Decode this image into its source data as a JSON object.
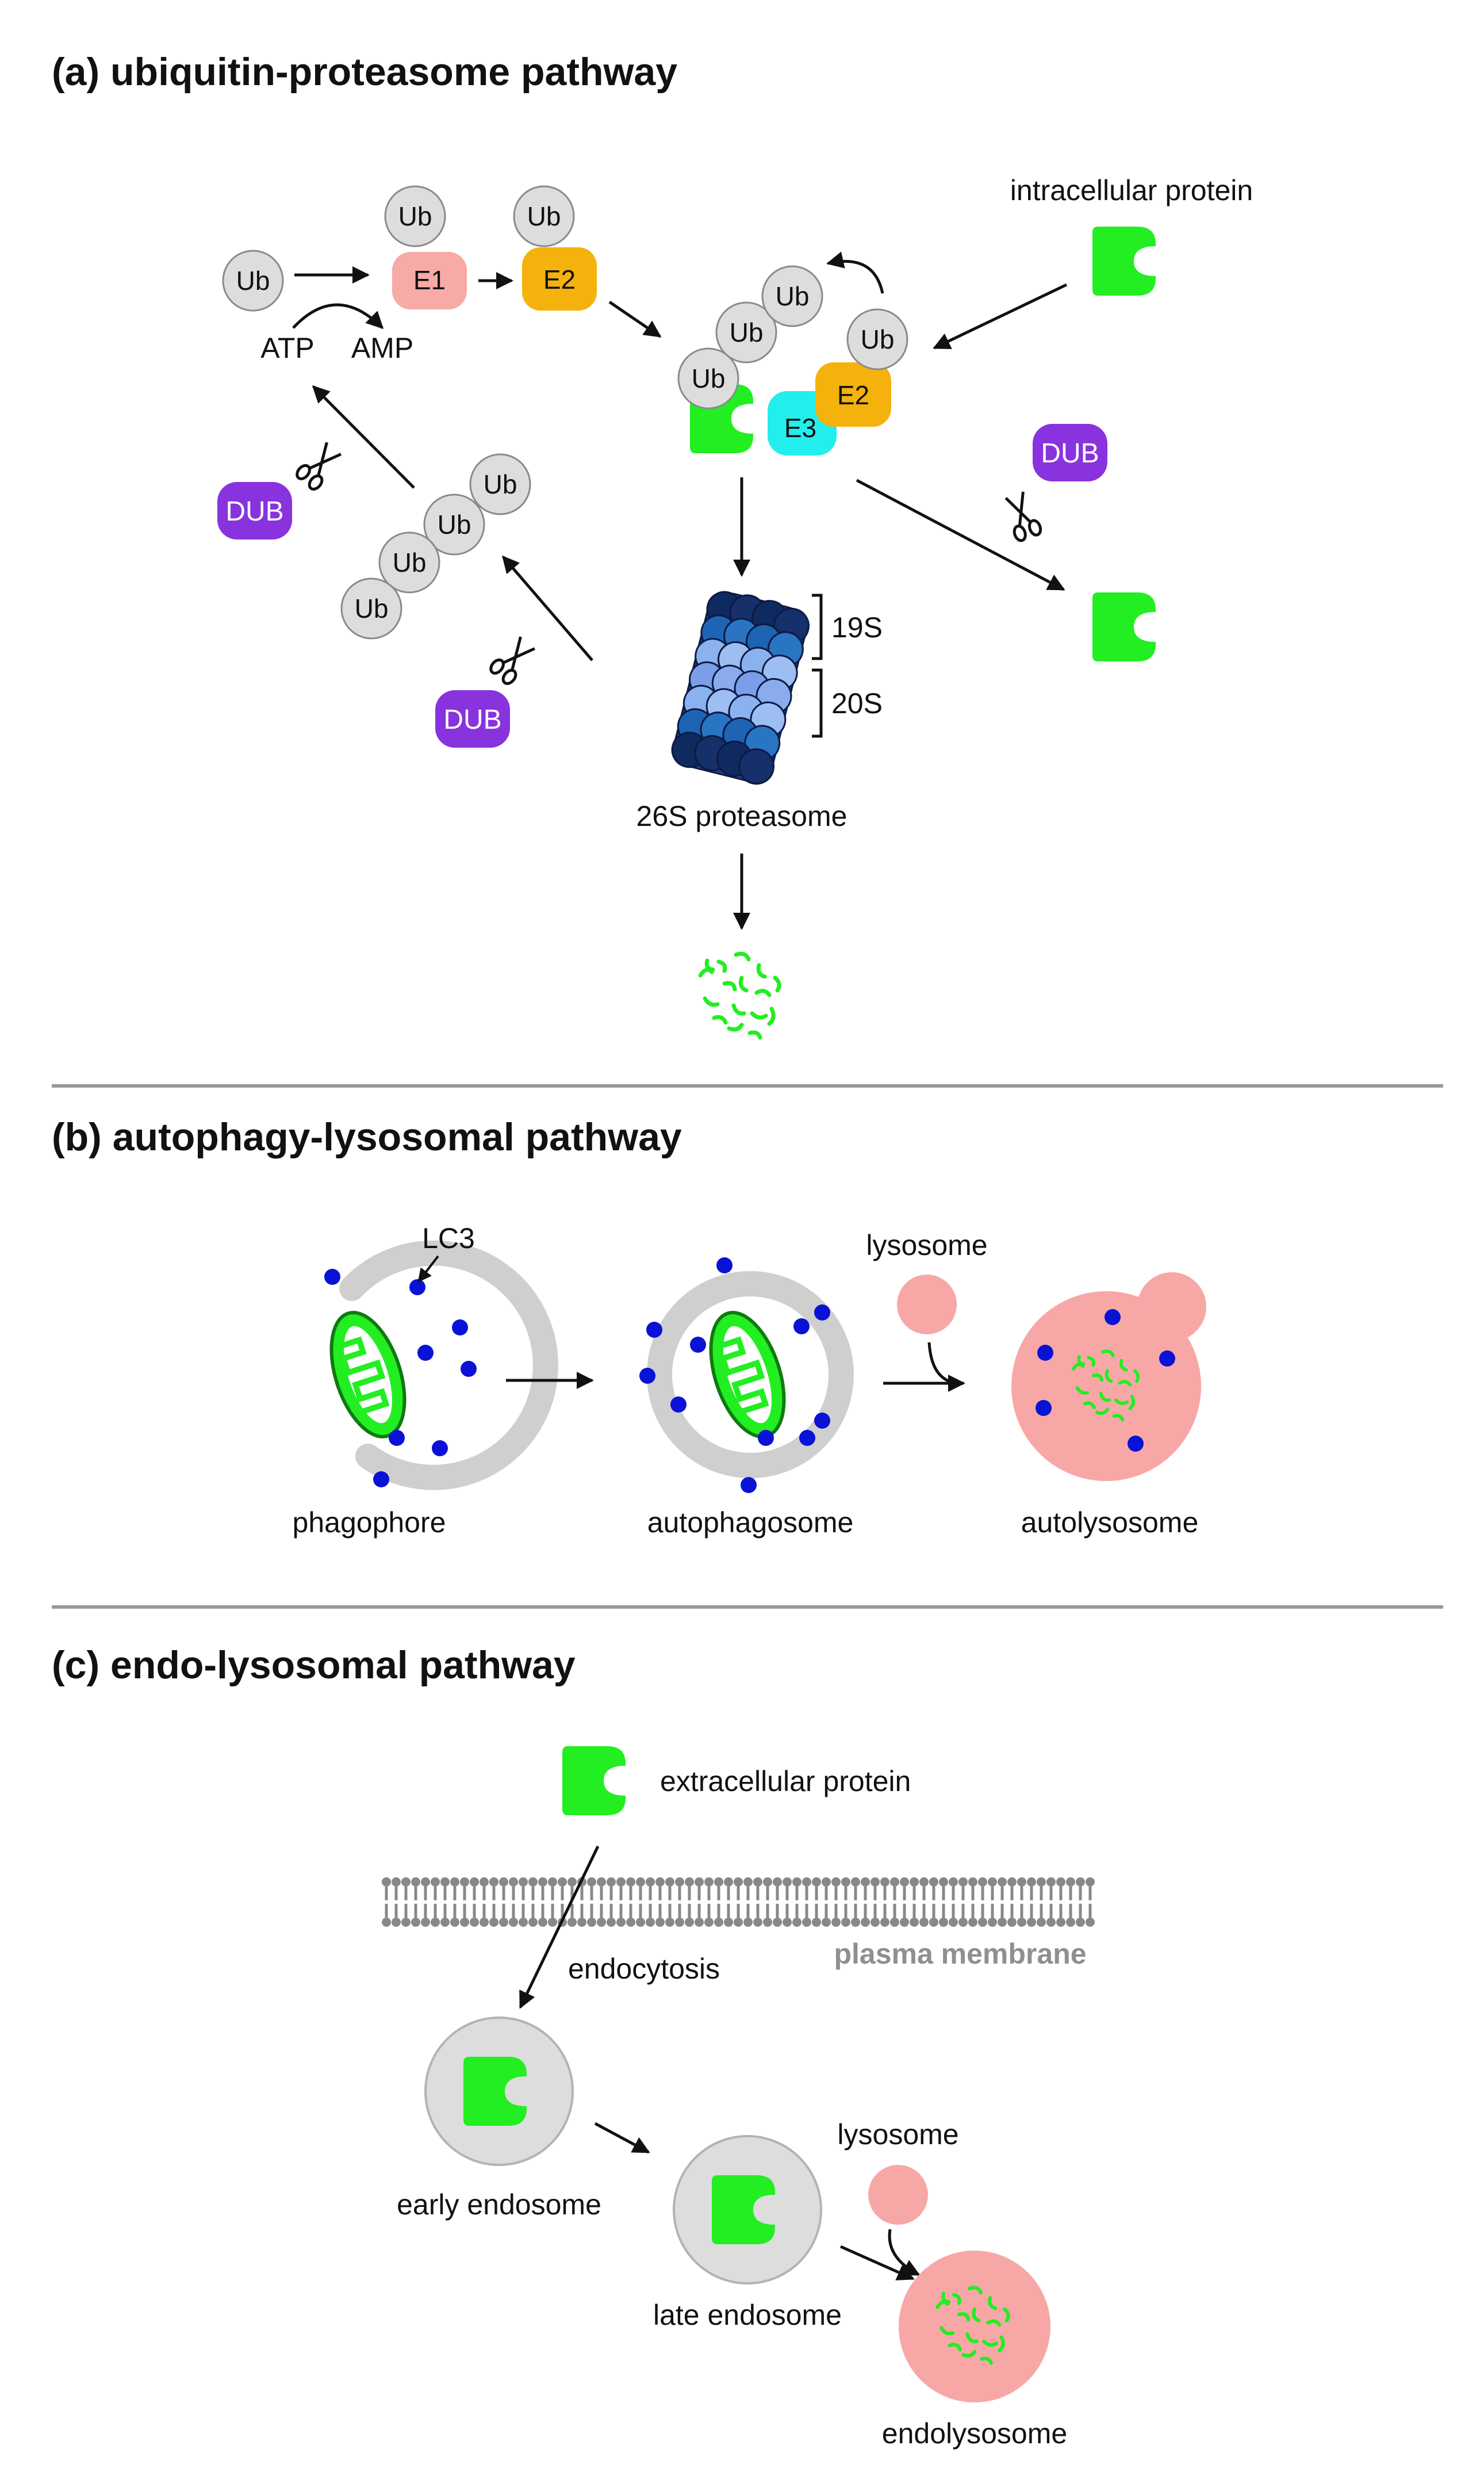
{
  "panel_a": {
    "title": "(a) ubiquitin-proteasome pathway",
    "ub": "Ub",
    "e1": "E1",
    "e2": "E2",
    "e3": "E3",
    "atp": "ATP",
    "amp": "AMP",
    "dub": "DUB",
    "intracellular_protein": "intracellular protein",
    "s19": "19S",
    "s20": "20S",
    "proteasome": "26S proteasome"
  },
  "panel_b": {
    "title": "(b) autophagy-lysosomal pathway",
    "lc3": "LC3",
    "lysosome": "lysosome",
    "phagophore": "phagophore",
    "autophagosome": "autophagosome",
    "autolysosome": "autolysosome"
  },
  "panel_c": {
    "title": "(c) endo-lysosomal pathway",
    "extracellular_protein": "extracellular protein",
    "plasma_membrane": "plasma membrane",
    "endocytosis": "endocytosis",
    "early_endosome": "early endosome",
    "late_endosome": "late endosome",
    "lysosome": "lysosome",
    "endolysosome": "endolysosome"
  },
  "colors": {
    "protein": "#22ee22",
    "ubiquitin": "#dddddd",
    "e1": "#f7aaa6",
    "e2": "#f5b20c",
    "e3": "#22eeee",
    "dub": "#8833dd",
    "lysosome": "#f7a8a6",
    "lc3": "#0a12d6",
    "membrane": "#888888",
    "divider": "#999999"
  }
}
